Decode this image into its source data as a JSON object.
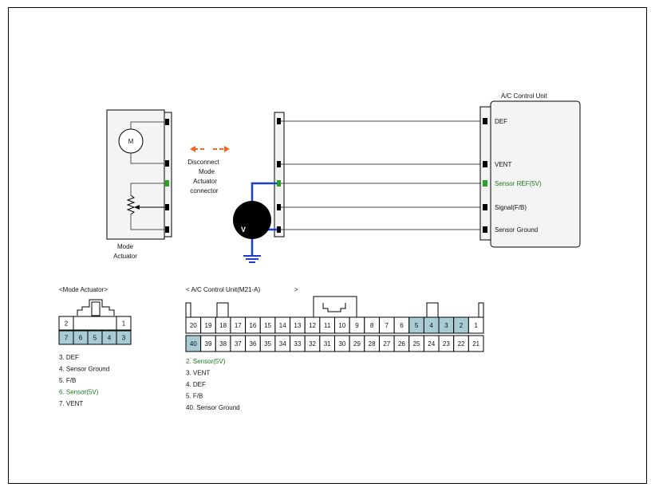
{
  "colors": {
    "line": "#000000",
    "wire": "#333333",
    "green": "#1a7a1a",
    "green_pin": "#27a227",
    "blue_wire": "#1a3fd0",
    "arrow": "#f26522",
    "highlight": "#a8ccd4",
    "box_fill": "#f4f4f4",
    "voltmeter": "#000000"
  },
  "actuator": {
    "motor_label": "M",
    "caption_line1": "Mode",
    "caption_line2": "Actuator"
  },
  "disconnect": {
    "line1": "Disconnect",
    "line2": "Mode",
    "line3": "Actuator",
    "line4": "connector"
  },
  "voltmeter": {
    "label": "V"
  },
  "acu": {
    "title": "A/C Control Unit",
    "pins": [
      "DEF",
      "VENT",
      "Sensor REF(5V)",
      "Signal(F/B)",
      "Sensor Ground"
    ]
  },
  "mode_connector": {
    "title": "<Mode Actuator>",
    "top_row": [
      "2",
      "",
      "",
      "",
      "1"
    ],
    "bottom_row": [
      "7",
      "6",
      "5",
      "4",
      "3"
    ],
    "highlight_bottom": [
      true,
      true,
      true,
      true,
      true
    ],
    "legend": [
      "3. DEF",
      "4. Sensor Ground",
      "5. F/B",
      "6. Sensor(5V)",
      "7. VENT"
    ],
    "legend_green": [
      false,
      false,
      false,
      true,
      false
    ]
  },
  "acu_connector": {
    "title": "< A/C Control Unit(M21-A)",
    "title_end": ">",
    "top_row": [
      "20",
      "19",
      "18",
      "17",
      "16",
      "15",
      "14",
      "13",
      "12",
      "11",
      "10",
      "9",
      "8",
      "7",
      "6",
      "5",
      "4",
      "3",
      "2",
      "1"
    ],
    "bottom_row": [
      "40",
      "39",
      "38",
      "37",
      "36",
      "35",
      "34",
      "33",
      "32",
      "31",
      "30",
      "29",
      "28",
      "27",
      "26",
      "25",
      "24",
      "23",
      "22",
      "21"
    ],
    "highlight_top": [
      "5",
      "4",
      "3",
      "2"
    ],
    "highlight_bottom": [
      "40"
    ],
    "legend": [
      "2. Sensor(5V)",
      "3. VENT",
      "4. DEF",
      "5. F/B",
      "40. Sensor Ground"
    ],
    "legend_green": [
      true,
      false,
      false,
      false,
      false
    ]
  }
}
